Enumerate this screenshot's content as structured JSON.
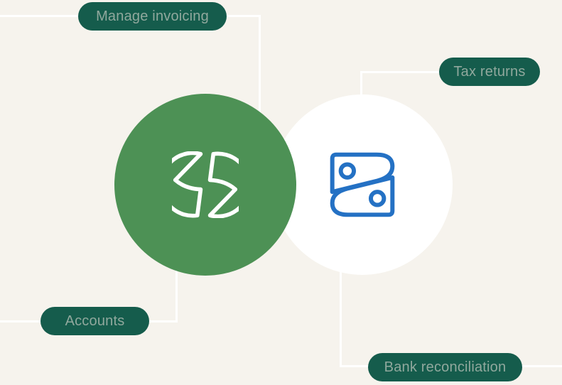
{
  "diagram": {
    "labels": {
      "top_left": "Manage invoicing",
      "top_right": "Tax returns",
      "bottom_left": "Accounts",
      "bottom_right": "Bank reconciliation"
    },
    "icons": {
      "left_circle": "coin-lightning-logo",
      "right_circle": "zoho-books-logo"
    },
    "colors": {
      "background": "#F6F3ED",
      "pill_bg": "#155C4C",
      "pill_text": "#90A89D",
      "green_circle": "#4D9155",
      "white_circle": "#FFFFFF",
      "logo_blue": "#2471C4",
      "icon_stroke": "#FFFFFF",
      "connector_line": "#FFFFFF"
    }
  }
}
